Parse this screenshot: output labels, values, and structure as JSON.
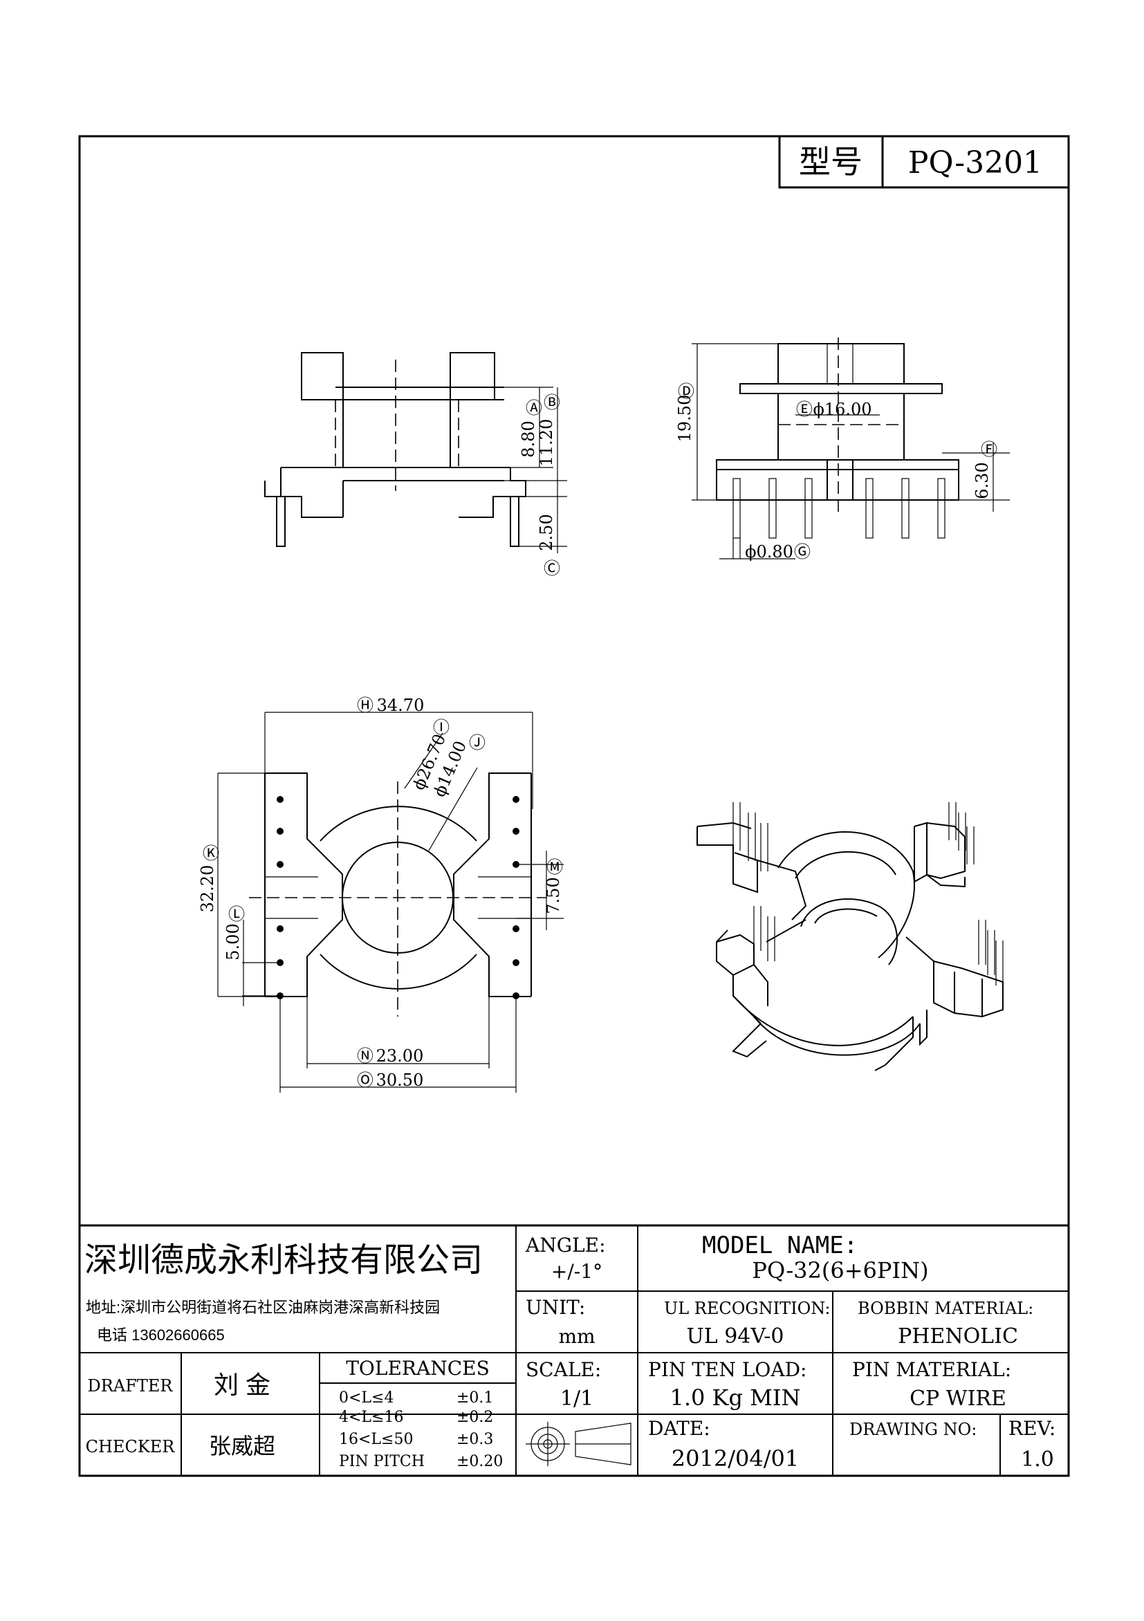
{
  "header": {
    "model_label": "型号",
    "model_value": "PQ-3201"
  },
  "dimensions": {
    "A": "Ⓐ",
    "A_value": "8.80",
    "B": "Ⓑ",
    "B_value": "11.20",
    "C": "Ⓒ",
    "C_value": "2.50",
    "D": "Ⓓ",
    "D_value": "19.50",
    "E": "Ⓔ",
    "E_value": "ϕ16.00",
    "F": "Ⓕ",
    "F_value": "6.30",
    "G": "Ⓖ",
    "G_value": "ϕ0.80",
    "H": "Ⓗ",
    "H_value": "34.70",
    "I": "Ⓘ",
    "I_value": "ϕ26.70",
    "J": "Ⓙ",
    "J_value": "ϕ14.00",
    "K": "Ⓚ",
    "K_value": "32.20",
    "L": "Ⓛ",
    "L_value": "5.00",
    "M": "Ⓜ",
    "M_value": "7.50",
    "N": "Ⓝ",
    "N_value": "23.00",
    "O": "Ⓞ",
    "O_value": "30.50"
  },
  "title_block": {
    "company": "深圳德成永利科技有限公司",
    "address": "地址:深圳市公明街道将石社区油麻岗港深高新科技园",
    "phone": "电话 13602660665",
    "angle_label": "ANGLE:",
    "angle_value": "+/-1°",
    "model_name_label": "MODEL NAME:",
    "model_name_value": "PQ-32(6+6PIN)",
    "unit_label": "UNIT:",
    "unit_value": "mm",
    "ul_label": "UL RECOGNITION:",
    "ul_value": "UL 94V-0",
    "bobbin_label": "BOBBIN MATERIAL:",
    "bobbin_value": "PHENOLIC",
    "drafter_label": "DRAFTER",
    "drafter_value": "刘 金",
    "checker_label": "CHECKER",
    "checker_value": "张威超",
    "tolerances_label": "TOLERANCES",
    "tolerances": [
      {
        "range": "0<L≤4",
        "value": "±0.1"
      },
      {
        "range": "4<L≤16",
        "value": "±0.2"
      },
      {
        "range": "16<L≤50",
        "value": "±0.3"
      },
      {
        "range": "PIN PITCH",
        "value": "±0.20"
      }
    ],
    "scale_label": "SCALE:",
    "scale_value": "1/1",
    "pin_load_label": "PIN TEN LOAD:",
    "pin_load_value": "1.0 Kg MIN",
    "pin_material_label": "PIN MATERIAL:",
    "pin_material_value": "CP WIRE",
    "date_label": "DATE:",
    "date_value": "2012/04/01",
    "drawing_no_label": "DRAWING NO:",
    "drawing_no_value": "",
    "rev_label": "REV:",
    "rev_value": "1.0"
  }
}
